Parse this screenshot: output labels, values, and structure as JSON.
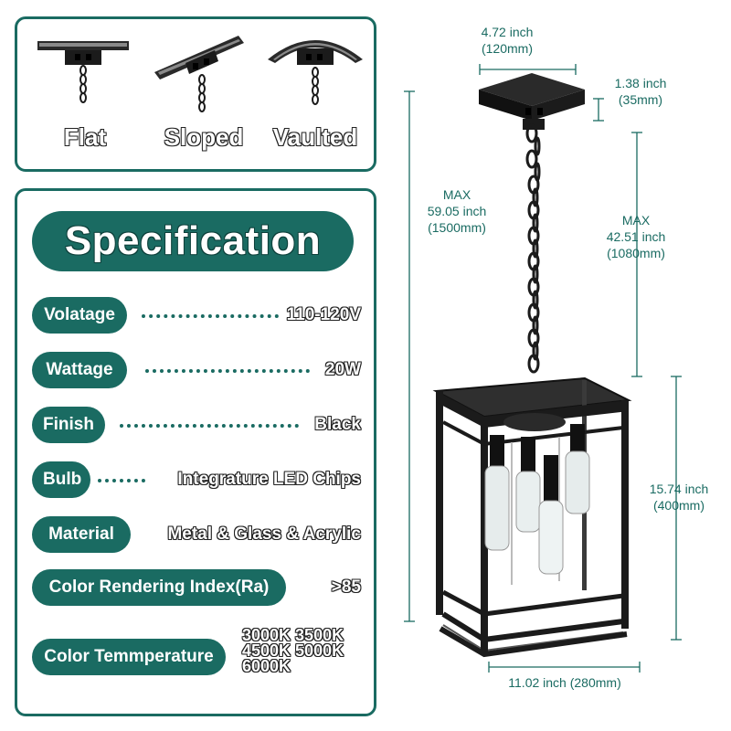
{
  "mounting": {
    "options": [
      {
        "label": "Flat",
        "icon": "flat-ceiling-mount-icon"
      },
      {
        "label": "Sloped",
        "icon": "sloped-ceiling-mount-icon"
      },
      {
        "label": "Vaulted",
        "icon": "vaulted-ceiling-mount-icon"
      }
    ]
  },
  "specification": {
    "title": "Specification",
    "rows": [
      {
        "label": "Volatage",
        "value": "110-120V"
      },
      {
        "label": "Wattage",
        "value": "20W"
      },
      {
        "label": "Finish",
        "value": "Black"
      },
      {
        "label": "Bulb",
        "value": "Integrature LED Chips"
      },
      {
        "label": "Material",
        "value": "Metal & Glass & Acrylic"
      },
      {
        "label": "Color Rendering Index(Ra)",
        "value": ">85"
      },
      {
        "label": "Color Temmperature",
        "value_lines": [
          "3000K 3500K",
          "4500K 5000K",
          "6000K"
        ]
      }
    ]
  },
  "dimensions": {
    "canopy_width": {
      "inch": "4.72 inch",
      "mm": "(120mm)"
    },
    "canopy_height": {
      "inch": "1.38 inch",
      "mm": "(35mm)"
    },
    "max_total": {
      "prefix": "MAX",
      "inch": "59.05 inch",
      "mm": "(1500mm)"
    },
    "max_chain": {
      "prefix": "MAX",
      "inch": "42.51 inch",
      "mm": "(1080mm)"
    },
    "fixture_height": {
      "inch": "15.74 inch",
      "mm": "(400mm)"
    },
    "fixture_width": {
      "text": "11.02 inch (280mm)"
    }
  },
  "colors": {
    "accent": "#1a6b62",
    "fixture": "#1b1b1b"
  }
}
